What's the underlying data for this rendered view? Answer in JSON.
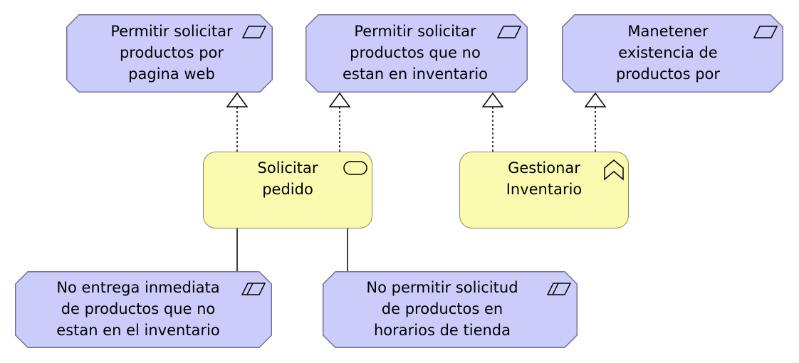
{
  "colors": {
    "goal_fill": "#ccccfa",
    "goal_border": "#6f6f9a",
    "service_fill": "#fafab0",
    "service_border": "#8a8a52",
    "connector": "#000000"
  },
  "goals": [
    {
      "id": "g1",
      "label": "Permitir solicitar\nproductos por\npagina web",
      "icon": "goal-parallelogram-icon"
    },
    {
      "id": "g2",
      "label": "Permitir solicitar\nproductos que no\nestan en inventario",
      "icon": "goal-parallelogram-icon"
    },
    {
      "id": "g3",
      "label": "Manetener\nexistencia de\nproductos por",
      "icon": "goal-parallelogram-icon"
    }
  ],
  "services": [
    {
      "id": "s1",
      "label": "Solicitar\npedido",
      "icon": "service-rounded-rect-icon"
    },
    {
      "id": "s2",
      "label": "Gestionar\nInventario",
      "icon": "function-chevron-icon"
    }
  ],
  "constraints": [
    {
      "id": "c1",
      "label": "No entrega inmediata\nde productos que no\nestan en el inventario",
      "icon": "constraint-parallelogram-icon"
    },
    {
      "id": "c2",
      "label": "No permitir solicitud\nde productos en\nhorarios de tienda",
      "icon": "constraint-parallelogram-icon"
    }
  ],
  "relations": [
    {
      "from": "s1",
      "to": "g1",
      "type": "realization"
    },
    {
      "from": "s1",
      "to": "g2",
      "type": "realization"
    },
    {
      "from": "s2",
      "to": "g2",
      "type": "realization"
    },
    {
      "from": "s2",
      "to": "g3",
      "type": "realization"
    },
    {
      "from": "s1",
      "to": "c1",
      "type": "association"
    },
    {
      "from": "s1",
      "to": "c2",
      "type": "association"
    }
  ]
}
